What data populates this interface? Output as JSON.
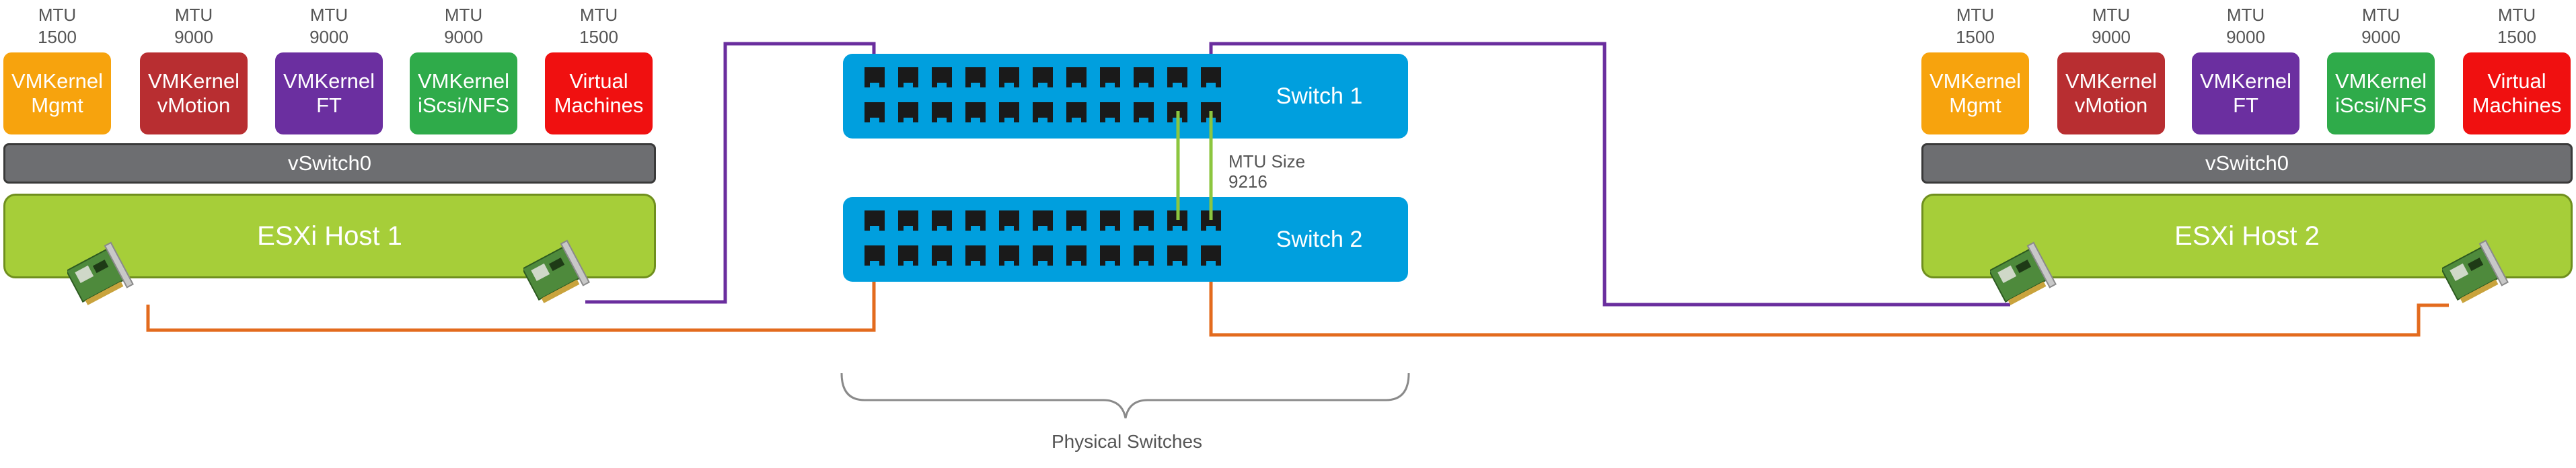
{
  "colors": {
    "mgmt": "#f7a30d",
    "vmotion": "#b82e31",
    "ft": "#6b2fa0",
    "storage": "#2fab4a",
    "vm": "#f01010",
    "vswitch": "#6d6e71",
    "host": "#a6ce39",
    "switch": "#009fde",
    "cable_purple": "#6a2e9e",
    "cable_orange": "#e36b1e",
    "isl_green": "#8cc63f"
  },
  "host1": {
    "port_groups": [
      {
        "mtu_label": "MTU",
        "mtu_value": "1500",
        "line1": "VMKernel",
        "line2": "Mgmt"
      },
      {
        "mtu_label": "MTU",
        "mtu_value": "9000",
        "line1": "VMKernel",
        "line2": "vMotion"
      },
      {
        "mtu_label": "MTU",
        "mtu_value": "9000",
        "line1": "VMKernel",
        "line2": "FT"
      },
      {
        "mtu_label": "MTU",
        "mtu_value": "9000",
        "line1": "VMKernel",
        "line2": "iScsi/NFS"
      },
      {
        "mtu_label": "MTU",
        "mtu_value": "1500",
        "line1": "Virtual",
        "line2": "Machines"
      }
    ],
    "vswitch": "vSwitch0",
    "name": "ESXi Host 1"
  },
  "host2": {
    "port_groups": [
      {
        "mtu_label": "MTU",
        "mtu_value": "1500",
        "line1": "VMKernel",
        "line2": "Mgmt"
      },
      {
        "mtu_label": "MTU",
        "mtu_value": "9000",
        "line1": "VMKernel",
        "line2": "vMotion"
      },
      {
        "mtu_label": "MTU",
        "mtu_value": "9000",
        "line1": "VMKernel",
        "line2": "FT"
      },
      {
        "mtu_label": "MTU",
        "mtu_value": "9000",
        "line1": "VMKernel",
        "line2": "iScsi/NFS"
      },
      {
        "mtu_label": "MTU",
        "mtu_value": "1500",
        "line1": "Virtual",
        "line2": "Machines"
      }
    ],
    "vswitch": "vSwitch0",
    "name": "ESXi Host 2"
  },
  "switch1": {
    "name": "Switch 1"
  },
  "switch2": {
    "name": "Switch 2"
  },
  "interlink": {
    "line1": "MTU Size",
    "line2": "9216"
  },
  "brace_label": "Physical Switches"
}
